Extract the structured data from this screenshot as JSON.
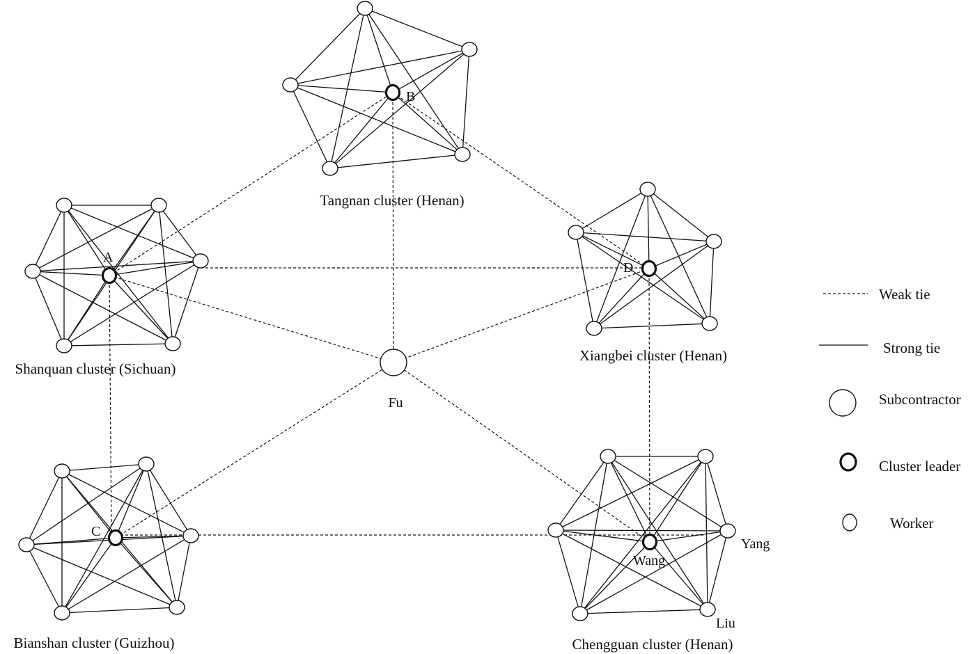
{
  "clusters": {
    "tangnan": {
      "label": "Tangnan cluster (Henan)",
      "leader": "B"
    },
    "shanquan": {
      "label": "Shanquan cluster (Sichuan)",
      "leader": "A"
    },
    "xiangbei": {
      "label": "Xiangbei cluster (Henan)",
      "leader": "D"
    },
    "bianshan": {
      "label": "Bianshan cluster (Guizhou)",
      "leader": "C"
    },
    "chengguan": {
      "label": "Chengguan cluster (Henan)",
      "leader": "Wang",
      "workers": [
        "Yang",
        "Liu"
      ]
    }
  },
  "center": {
    "label": "Fu"
  },
  "legend": {
    "weak": "Weak tie",
    "strong": "Strong tie",
    "subcontractor": "Subcontractor",
    "leader": "Cluster leader",
    "worker": "Worker"
  }
}
